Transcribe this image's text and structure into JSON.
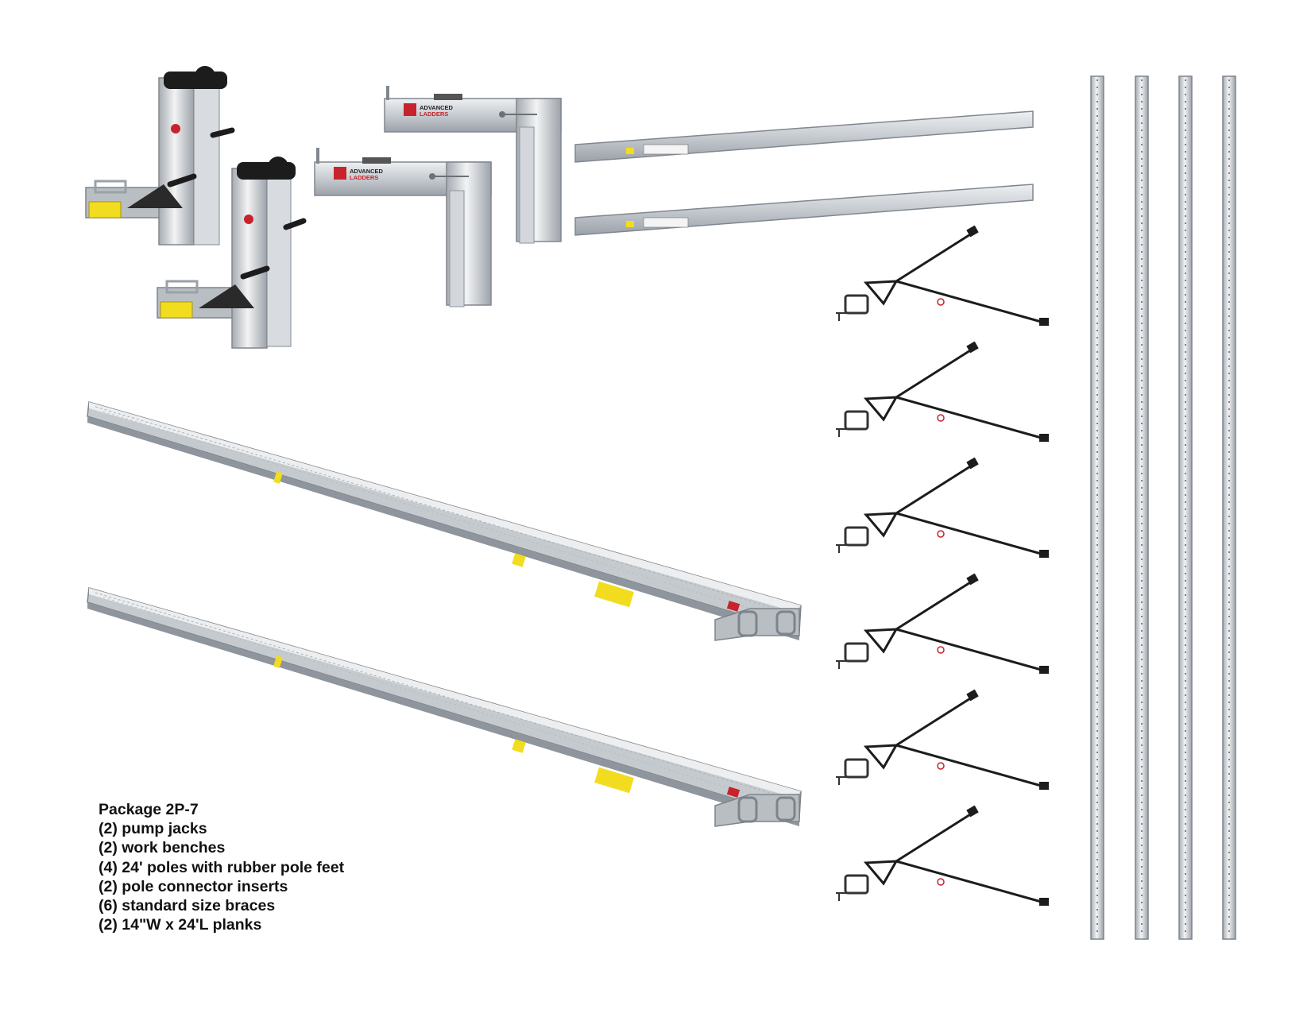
{
  "package": {
    "title": "Package 2P-7",
    "items": [
      "(2) pump jacks",
      "(2) work benches",
      "(4) 24' poles with rubber pole feet",
      "(2) pole connector inserts",
      "(6) standard size braces",
      "(2) 14\"W x 24'L planks"
    ]
  },
  "brand": {
    "logo_line1": "ADVANCED",
    "logo_line2": "LADDERS"
  },
  "colors": {
    "background": "#ffffff",
    "aluminum": "#c9ced3",
    "aluminum_dark": "#8e959c",
    "black_hardware": "#1c1c1c",
    "warning_label": "#f2dc1f",
    "brand_red": "#c8232c"
  }
}
